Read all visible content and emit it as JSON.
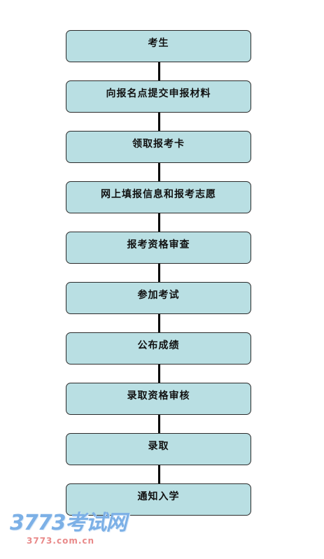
{
  "flowchart": {
    "steps": [
      {
        "label": "考生"
      },
      {
        "label": "向报名点提交申报材料"
      },
      {
        "label": "领取报考卡"
      },
      {
        "label": "网上填报信息和报考志愿"
      },
      {
        "label": "报考资格审查"
      },
      {
        "label": "参加考试"
      },
      {
        "label": "公布成绩"
      },
      {
        "label": "录取资格审核"
      },
      {
        "label": "录取"
      },
      {
        "label": "通知入学"
      }
    ]
  },
  "watermark": {
    "main": "3773考试网",
    "sub": "3773.com.cn"
  },
  "colors": {
    "box_fill": "#b9dfe3",
    "box_border": "#2b2b2b",
    "connector": "#000000",
    "watermark_main": "#7cb0e6",
    "watermark_sub": "#e98a8a"
  }
}
